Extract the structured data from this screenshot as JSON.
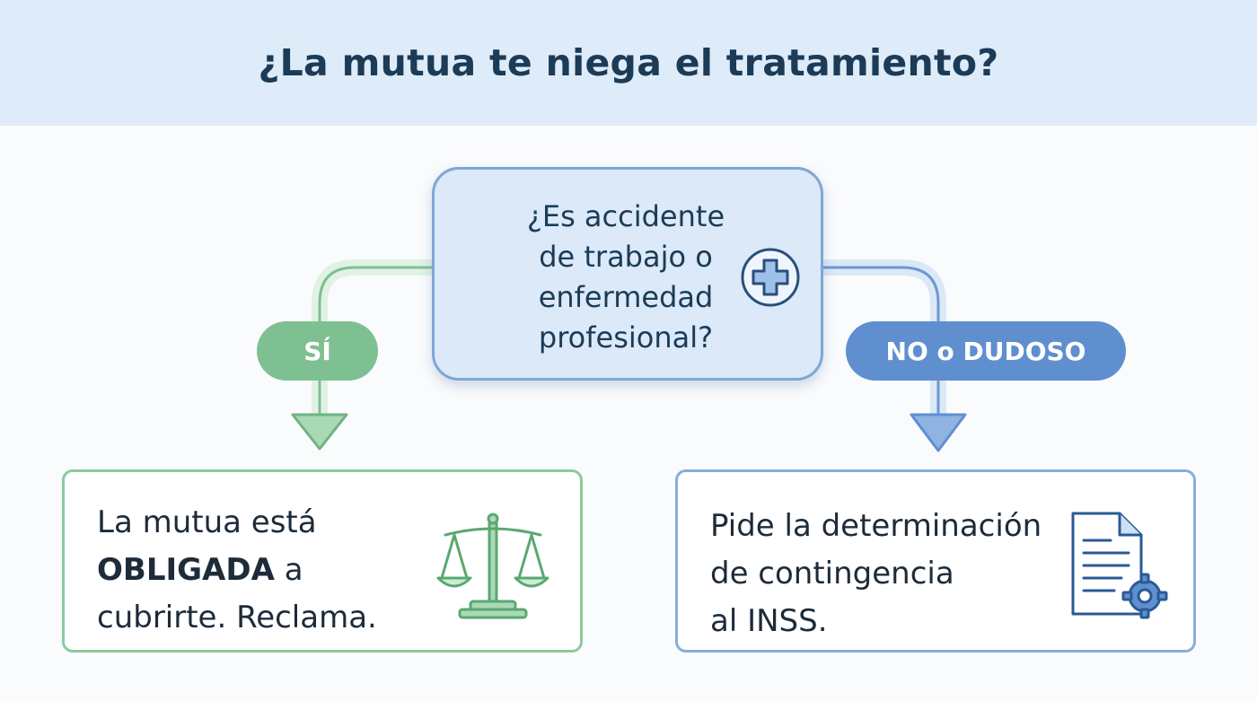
{
  "title": "¿La mutua te niega el tratamiento?",
  "question": {
    "lines": [
      "¿Es accidente",
      "de trabajo o",
      "enfermedad",
      "profesional?"
    ],
    "icon": "medical-cross-icon"
  },
  "branches": {
    "yes": {
      "label": "SÍ",
      "result_parts": [
        "La mutua está",
        "OBLIGADA",
        " a",
        "cubrirte. Reclama."
      ],
      "icon": "scales-icon"
    },
    "no": {
      "label": "NO o DUDOSO",
      "result_lines": [
        "Pide la determinación",
        "de contingencia",
        "al INSS."
      ],
      "icon": "document-gear-icon"
    }
  },
  "colors": {
    "header_bg": "#deebf8",
    "title_text": "#1b3b57",
    "yes_green": "#7fc092",
    "no_blue": "#5f8fcf",
    "question_bg": "#dbe9f8"
  }
}
